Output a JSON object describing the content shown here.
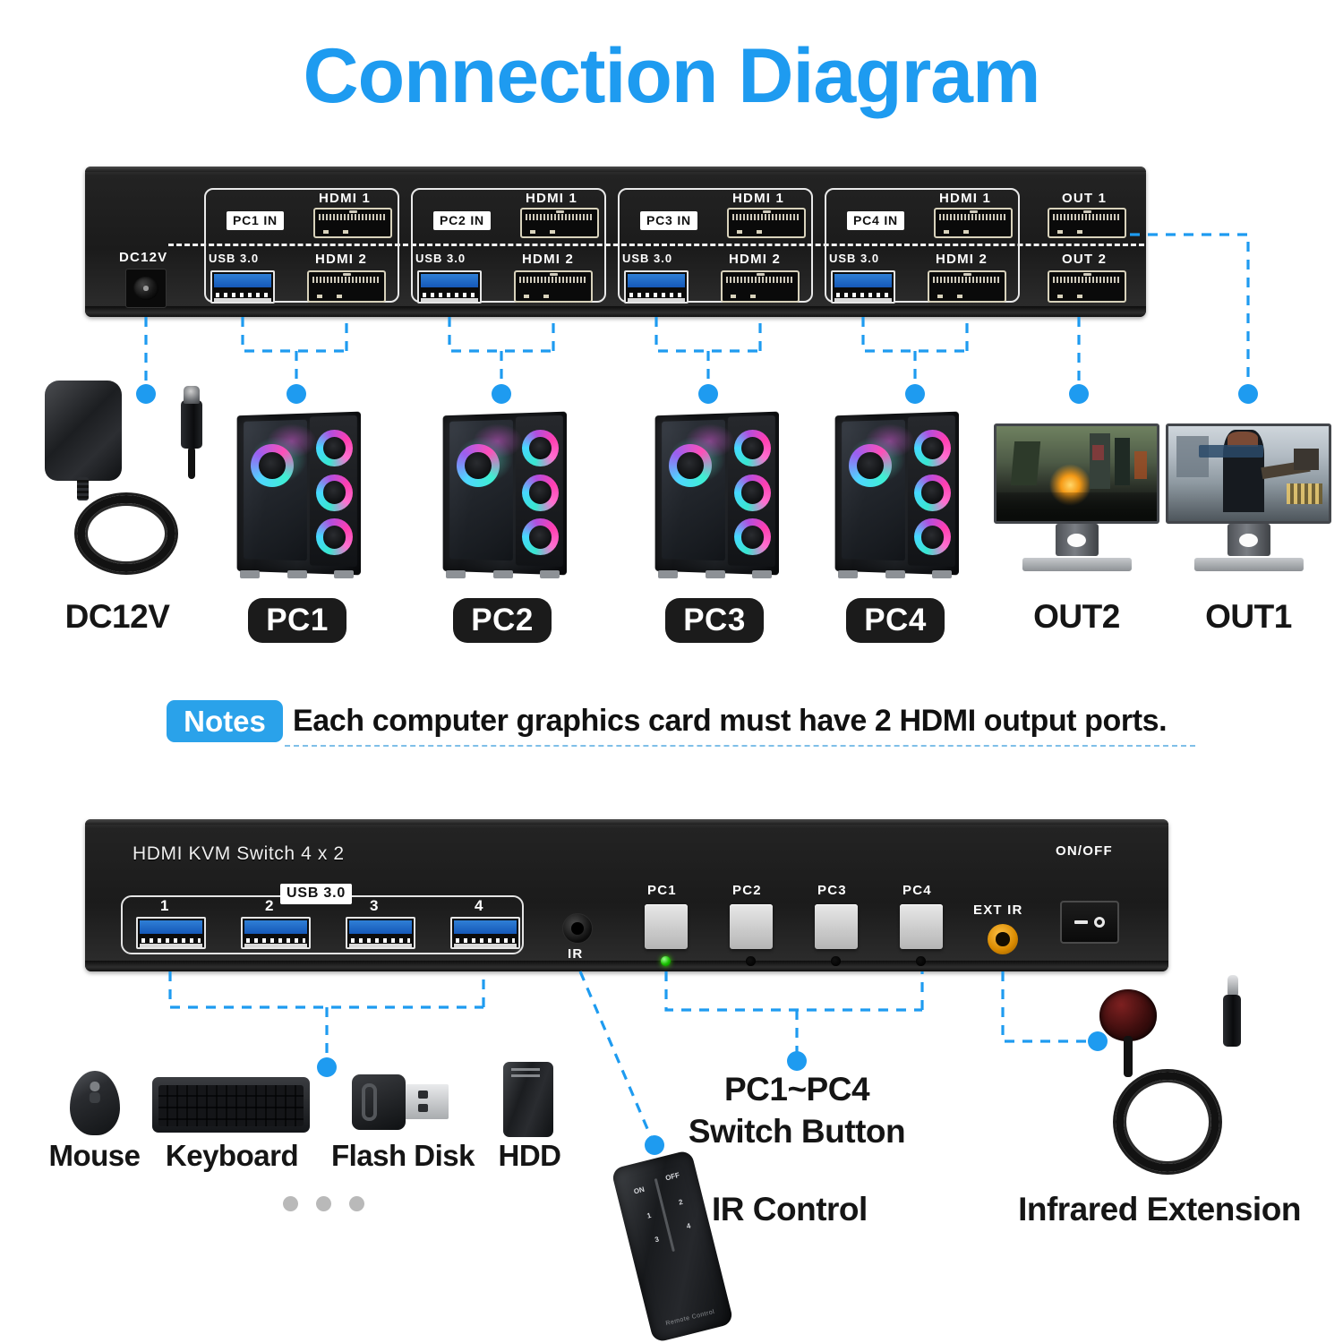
{
  "title": "Connection Diagram",
  "accent_blue": "#1E9BF0",
  "rear_panel": {
    "dc_label": "DC12V",
    "groups": [
      {
        "tag": "PC1 IN",
        "hdmi1": "HDMI 1",
        "hdmi2": "HDMI 2",
        "usb": "USB 3.0"
      },
      {
        "tag": "PC2 IN",
        "hdmi1": "HDMI 1",
        "hdmi2": "HDMI 2",
        "usb": "USB 3.0"
      },
      {
        "tag": "PC3 IN",
        "hdmi1": "HDMI 1",
        "hdmi2": "HDMI 2",
        "usb": "USB 3.0"
      },
      {
        "tag": "PC4 IN",
        "hdmi1": "HDMI 1",
        "hdmi2": "HDMI 2",
        "usb": "USB 3.0"
      }
    ],
    "out1": "OUT 1",
    "out2": "OUT 2"
  },
  "device_labels": {
    "dc": "DC12V",
    "pc1": "PC1",
    "pc2": "PC2",
    "pc3": "PC3",
    "pc4": "PC4",
    "out2": "OUT2",
    "out1": "OUT1"
  },
  "notes": {
    "badge": "Notes",
    "text": "Each computer graphics card must have 2 HDMI output ports."
  },
  "front_panel": {
    "brand": "HDMI KVM Switch 4 x 2",
    "usb_tag": "USB 3.0",
    "usb_numbers": [
      "1",
      "2",
      "3",
      "4"
    ],
    "ir_label": "IR",
    "pc_buttons": [
      "PC1",
      "PC2",
      "PC3",
      "PC4"
    ],
    "ext_ir_label": "EXT IR",
    "power_label": "ON/OFF"
  },
  "peripheral_labels": {
    "mouse": "Mouse",
    "keyboard": "Keyboard",
    "flash_disk": "Flash Disk",
    "hdd": "HDD"
  },
  "switch_button_caption_line1": "PC1~PC4",
  "switch_button_caption_line2": "Switch Button",
  "ir_control_label": "IR Control",
  "infrared_extension_label": "Infrared Extension",
  "remote": {
    "on": "ON",
    "off": "OFF",
    "k1": "1",
    "k2": "2",
    "k3": "3",
    "k4": "4",
    "footer": "Remote Control"
  }
}
